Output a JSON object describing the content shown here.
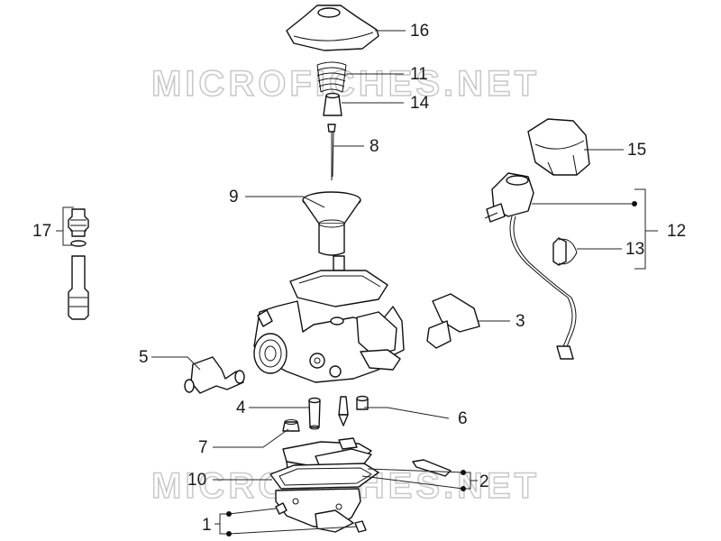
{
  "watermark": {
    "top": "MICROFICHES.NET",
    "bottom": "MICROFICHES.NET"
  },
  "callouts": {
    "c1": "1",
    "c2": "2",
    "c3": "3",
    "c4": "4",
    "c5": "5",
    "c6": "6",
    "c7": "7",
    "c8": "8",
    "c9": "9",
    "c10": "10",
    "c11": "11",
    "c12": "12",
    "c13": "13",
    "c14": "14",
    "c15": "15",
    "c16": "16",
    "c17": "17"
  },
  "colors": {
    "ink": "#111111",
    "watermark": "#c8c8c8",
    "background": "#ffffff"
  }
}
